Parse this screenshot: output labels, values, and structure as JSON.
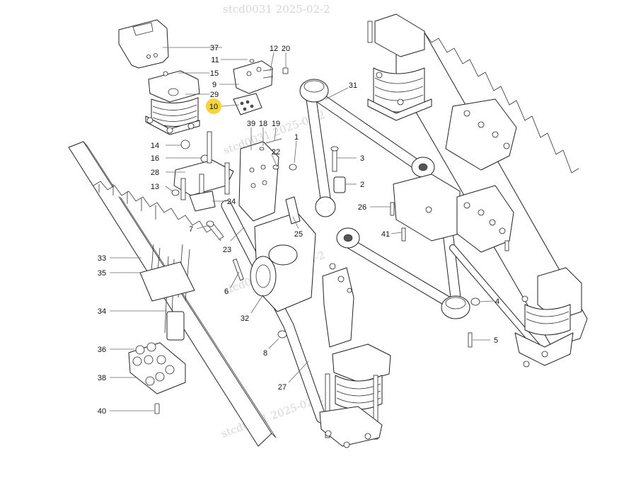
{
  "watermark": "stcd0031 2025-02-2",
  "highlight_color": "#f5d33a",
  "callouts": [
    {
      "id": "c37",
      "label": "37",
      "highlighted": false
    },
    {
      "id": "c11",
      "label": "11",
      "highlighted": false
    },
    {
      "id": "c12",
      "label": "12",
      "highlighted": false
    },
    {
      "id": "c20",
      "label": "20",
      "highlighted": false
    },
    {
      "id": "c15",
      "label": "15",
      "highlighted": false
    },
    {
      "id": "c9",
      "label": "9",
      "highlighted": false
    },
    {
      "id": "c29",
      "label": "29",
      "highlighted": false
    },
    {
      "id": "c10",
      "label": "10",
      "highlighted": true
    },
    {
      "id": "c31",
      "label": "31",
      "highlighted": false
    },
    {
      "id": "c39",
      "label": "39",
      "highlighted": false
    },
    {
      "id": "c18",
      "label": "18",
      "highlighted": false
    },
    {
      "id": "c19",
      "label": "19",
      "highlighted": false
    },
    {
      "id": "c1",
      "label": "1",
      "highlighted": false
    },
    {
      "id": "c22",
      "label": "22",
      "highlighted": false
    },
    {
      "id": "c14",
      "label": "14",
      "highlighted": false
    },
    {
      "id": "c16",
      "label": "16",
      "highlighted": false
    },
    {
      "id": "c3",
      "label": "3",
      "highlighted": false
    },
    {
      "id": "c28",
      "label": "28",
      "highlighted": false
    },
    {
      "id": "c2",
      "label": "2",
      "highlighted": false
    },
    {
      "id": "c13",
      "label": "13",
      "highlighted": false
    },
    {
      "id": "c24",
      "label": "24",
      "highlighted": false
    },
    {
      "id": "c26",
      "label": "26",
      "highlighted": false
    },
    {
      "id": "c7",
      "label": "7",
      "highlighted": false
    },
    {
      "id": "c41",
      "label": "41",
      "highlighted": false
    },
    {
      "id": "c25",
      "label": "25",
      "highlighted": false
    },
    {
      "id": "c23",
      "label": "23",
      "highlighted": false
    },
    {
      "id": "c33",
      "label": "33",
      "highlighted": false
    },
    {
      "id": "c35",
      "label": "35",
      "highlighted": false
    },
    {
      "id": "c6",
      "label": "6",
      "highlighted": false
    },
    {
      "id": "c4",
      "label": "4",
      "highlighted": false
    },
    {
      "id": "c34",
      "label": "34",
      "highlighted": false
    },
    {
      "id": "c32",
      "label": "32",
      "highlighted": false
    },
    {
      "id": "c5",
      "label": "5",
      "highlighted": false
    },
    {
      "id": "c8",
      "label": "8",
      "highlighted": false
    },
    {
      "id": "c36",
      "label": "36",
      "highlighted": false
    },
    {
      "id": "c38",
      "label": "38",
      "highlighted": false
    },
    {
      "id": "c27",
      "label": "27",
      "highlighted": false
    },
    {
      "id": "c40",
      "label": "40",
      "highlighted": false
    }
  ]
}
